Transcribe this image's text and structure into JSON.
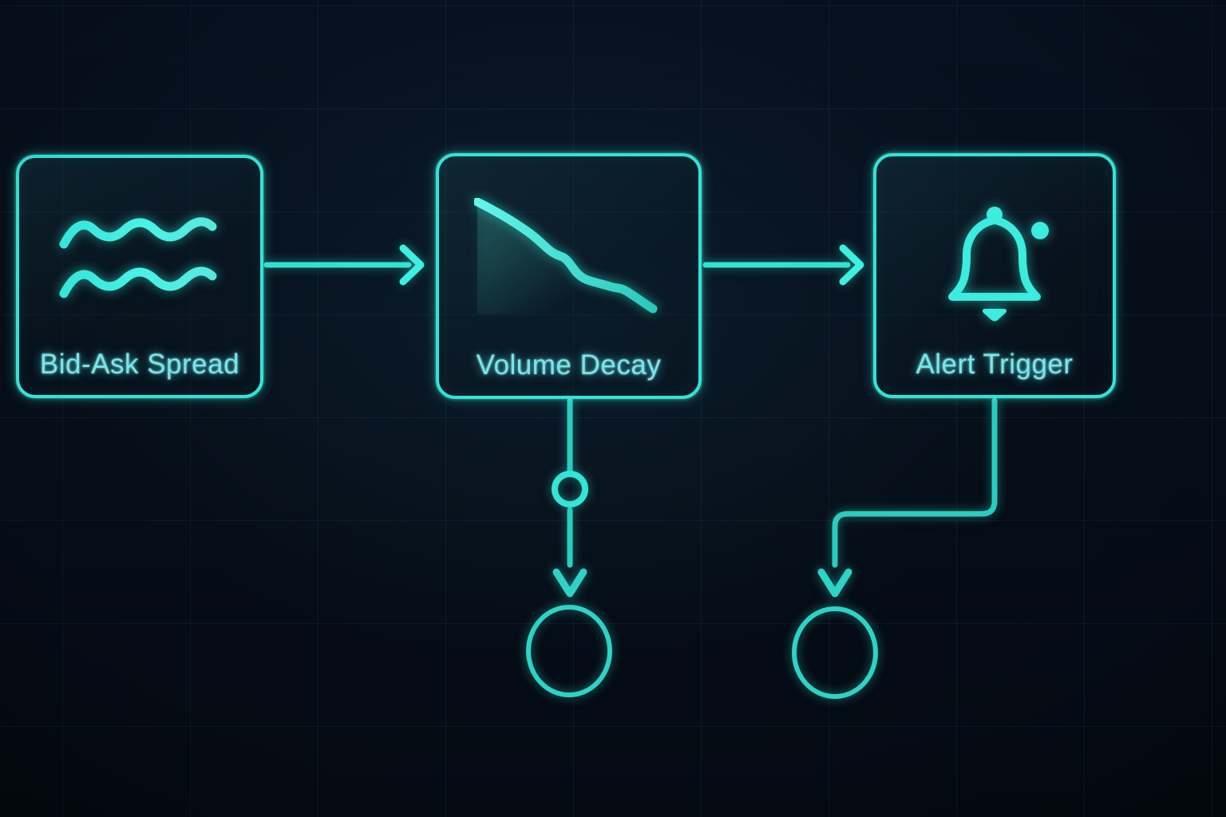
{
  "diagram": {
    "nodes": [
      {
        "id": "bid-ask-spread",
        "label": "Bid-Ask Spread",
        "icon": "waves-icon"
      },
      {
        "id": "volume-decay",
        "label": "Volume Decay",
        "icon": "decay-line-chart-icon"
      },
      {
        "id": "alert-trigger",
        "label": "Alert Trigger",
        "icon": "bell-icon",
        "badge": "notification-dot"
      }
    ],
    "edges": [
      {
        "from": "bid-ask-spread",
        "to": "volume-decay",
        "style": "arrow-right"
      },
      {
        "from": "volume-decay",
        "to": "alert-trigger",
        "style": "arrow-right"
      },
      {
        "from": "volume-decay",
        "to": "terminal-1",
        "style": "arrow-down-with-circle-junction"
      },
      {
        "from": "alert-trigger",
        "to": "terminal-2",
        "style": "elbow-arrow-down"
      }
    ],
    "terminals": [
      {
        "id": "terminal-1",
        "shape": "circle",
        "label": ""
      },
      {
        "id": "terminal-2",
        "shape": "circle",
        "label": ""
      }
    ]
  },
  "colors": {
    "background": "#050d17",
    "grid_line": "#1d3c54",
    "node_border": "#2fe5d8",
    "node_fill": "#0c1c26",
    "label_text": "#7ce4ea",
    "icon": "#3becdf",
    "connector": "#31e2d5",
    "connector_dim": "#2accc0"
  }
}
